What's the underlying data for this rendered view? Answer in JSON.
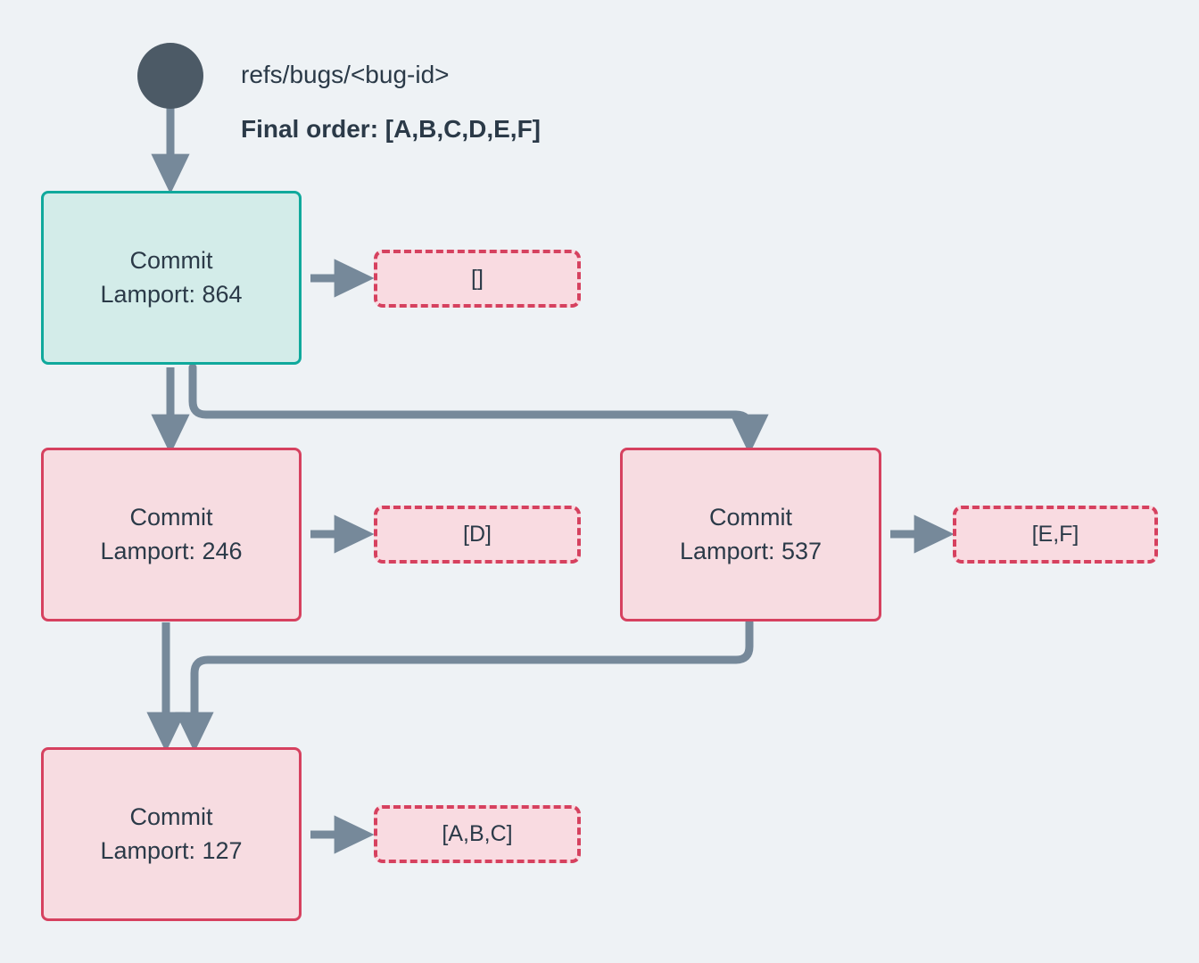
{
  "diagram": {
    "background_color": "#eef2f5",
    "start_node": {
      "name": "start-dot",
      "color": "#4c5a66"
    },
    "captions": {
      "ref": "refs/bugs/<bug-id>",
      "final_order": "Final order: [A,B,C,D,E,F]"
    },
    "colors": {
      "teal_border": "#10a99c",
      "teal_fill": "#d3ece9",
      "pink_border": "#d6415f",
      "pink_fill": "#f7dce1",
      "annotation_fill": "#f9dbe1",
      "edge": "#76899a",
      "text": "#2b3a48"
    },
    "nodes": [
      {
        "id": "commit-864",
        "title": "Commit",
        "lamport": "Lamport: 864",
        "style": "teal",
        "annotation": "[]"
      },
      {
        "id": "commit-246",
        "title": "Commit",
        "lamport": "Lamport: 246",
        "style": "pink",
        "annotation": "[D]"
      },
      {
        "id": "commit-537",
        "title": "Commit",
        "lamport": "Lamport: 537",
        "style": "pink",
        "annotation": "[E,F]"
      },
      {
        "id": "commit-127",
        "title": "Commit",
        "lamport": "Lamport: 127",
        "style": "pink",
        "annotation": "[A,B,C]"
      }
    ],
    "edges": [
      {
        "from": "start",
        "to": "commit-864"
      },
      {
        "from": "commit-864",
        "to": "commit-246"
      },
      {
        "from": "commit-864",
        "to": "commit-537"
      },
      {
        "from": "commit-246",
        "to": "commit-127"
      },
      {
        "from": "commit-537",
        "to": "commit-127"
      },
      {
        "from": "commit-864",
        "to": "annotation-864"
      },
      {
        "from": "commit-246",
        "to": "annotation-246"
      },
      {
        "from": "commit-537",
        "to": "annotation-537"
      },
      {
        "from": "commit-127",
        "to": "annotation-127"
      }
    ]
  }
}
